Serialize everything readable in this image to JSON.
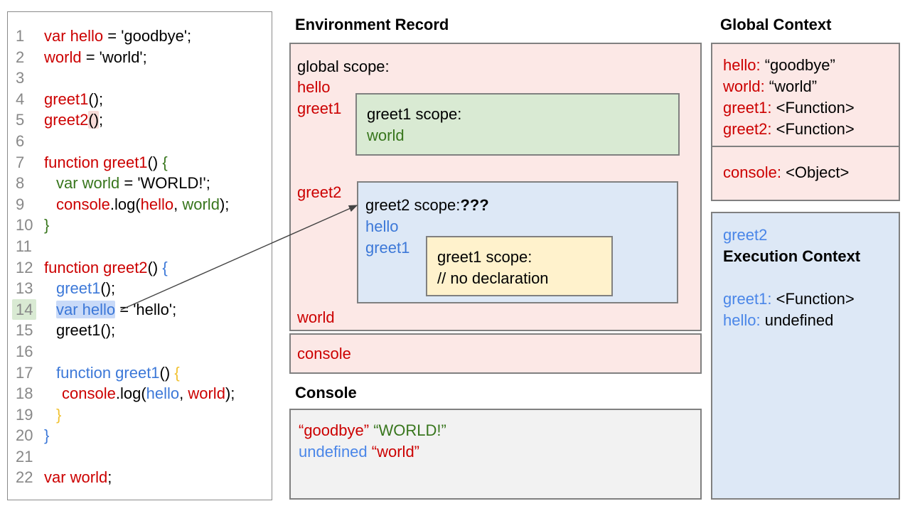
{
  "palette": {
    "red": "#cc0000",
    "green": "#38761d",
    "blue": "#3c78d8",
    "light_blue": "#4a86e8",
    "yellow": "#f1c232",
    "line_number_gray": "#888888",
    "pink_bg": "#fce8e6",
    "green_bg": "#d9ead3",
    "blue_bg": "#dde8f6",
    "yellow_bg": "#fff2cc",
    "console_bg": "#f2f2f2",
    "highlight_blue": "#c9daf8",
    "highlight_pink": "#f7dbd8",
    "highlight_green": "#d9ead3",
    "border_gray": "#808080",
    "arrow": "#444444"
  },
  "code_panel": {
    "lines": [
      {
        "n": "1",
        "i": 0,
        "t": [
          [
            "var hello",
            "r"
          ],
          [
            " = 'goodbye';",
            "k"
          ]
        ]
      },
      {
        "n": "2",
        "i": 0,
        "t": [
          [
            "world",
            "r"
          ],
          [
            " = 'world';",
            "k"
          ]
        ]
      },
      {
        "n": "3",
        "i": 0,
        "t": []
      },
      {
        "n": "4",
        "i": 0,
        "t": [
          [
            "greet1",
            "r"
          ],
          [
            "();",
            "k"
          ]
        ]
      },
      {
        "n": "5",
        "i": 0,
        "t": [
          [
            "greet2",
            "r"
          ],
          [
            "()",
            "k",
            "hlpink"
          ],
          [
            ";",
            "k"
          ]
        ]
      },
      {
        "n": "6",
        "i": 0,
        "t": []
      },
      {
        "n": "7",
        "i": 0,
        "t": [
          [
            "function greet1",
            "r"
          ],
          [
            "() ",
            "k"
          ],
          [
            "{",
            "g"
          ]
        ]
      },
      {
        "n": "8",
        "i": 1,
        "t": [
          [
            "var world",
            "g"
          ],
          [
            " = 'WORLD!';",
            "k"
          ]
        ]
      },
      {
        "n": "9",
        "i": 1,
        "t": [
          [
            "console",
            "r"
          ],
          [
            ".log(",
            "k"
          ],
          [
            "hello",
            "r"
          ],
          [
            ", ",
            "k"
          ],
          [
            "world",
            "g"
          ],
          [
            ");",
            "k"
          ]
        ]
      },
      {
        "n": "10",
        "i": 0,
        "t": [
          [
            "}",
            "g"
          ]
        ]
      },
      {
        "n": "11",
        "i": 0,
        "t": []
      },
      {
        "n": "12",
        "i": 0,
        "t": [
          [
            "function greet2",
            "r"
          ],
          [
            "() ",
            "k"
          ],
          [
            "{",
            "b"
          ]
        ]
      },
      {
        "n": "13",
        "i": 1,
        "t": [
          [
            "greet1",
            "b"
          ],
          [
            "();",
            "k"
          ]
        ]
      },
      {
        "n": "14",
        "i": 1,
        "nhl": true,
        "t": [
          [
            "var hello",
            "b",
            "hlblue"
          ],
          [
            " = 'hello';",
            "k"
          ]
        ]
      },
      {
        "n": "15",
        "i": 1,
        "t": [
          [
            "greet1();",
            "k"
          ]
        ]
      },
      {
        "n": "16",
        "i": 0,
        "t": []
      },
      {
        "n": "17",
        "i": 1,
        "t": [
          [
            "function greet1",
            "b"
          ],
          [
            "() ",
            "k"
          ],
          [
            "{",
            "y"
          ]
        ]
      },
      {
        "n": "18",
        "i": 2,
        "t": [
          [
            "console",
            "r"
          ],
          [
            ".log(",
            "k"
          ],
          [
            "hello",
            "b"
          ],
          [
            ", ",
            "k"
          ],
          [
            "world",
            "r"
          ],
          [
            ");",
            "k"
          ]
        ]
      },
      {
        "n": "19",
        "i": 1,
        "t": [
          [
            "}",
            "y"
          ]
        ]
      },
      {
        "n": "20",
        "i": 0,
        "t": [
          [
            "}",
            "b"
          ]
        ]
      },
      {
        "n": "21",
        "i": 0,
        "t": []
      },
      {
        "n": "22",
        "i": 0,
        "t": [
          [
            "var world",
            "r"
          ],
          [
            ";",
            "k"
          ]
        ]
      }
    ]
  },
  "environment_record": {
    "title": "Environment Record",
    "global_scope_label": "global scope:",
    "vars": {
      "hello": "hello",
      "greet1": "greet1",
      "greet2": "greet2",
      "world": "world"
    },
    "greet1_scope": {
      "title": "greet1 scope:",
      "var_world": "world"
    },
    "greet2_scope": {
      "title": "greet2 scope:",
      "unknown": "???",
      "var_hello": "hello",
      "var_greet1": "greet1",
      "inner_greet1_scope": {
        "title": "greet1 scope:",
        "comment": "// no declaration"
      }
    },
    "console_box": {
      "label": "console"
    }
  },
  "console": {
    "title": "Console",
    "lines": [
      [
        [
          "“goodbye”",
          "r"
        ],
        [
          " ",
          "k"
        ],
        [
          "“WORLD!”",
          "g"
        ]
      ],
      [
        [
          "undefined",
          "lb"
        ],
        [
          " ",
          "k"
        ],
        [
          "“world”",
          "r"
        ]
      ]
    ]
  },
  "global_context": {
    "title": "Global Context",
    "entries": [
      {
        "key": "hello:",
        "value": " “goodbye”"
      },
      {
        "key": "world:",
        "value": " “world”"
      },
      {
        "key": "greet1:",
        "value": " <Function>"
      },
      {
        "key": "greet2:",
        "value": " <Function>"
      }
    ],
    "object_entry": {
      "key": "console:",
      "value": " <Object>"
    }
  },
  "execution_context": {
    "header": "greet2",
    "subheader": "Execution Context",
    "entries": [
      {
        "key": "greet1:",
        "value": " <Function>"
      },
      {
        "key": "hello:",
        "value": " undefined"
      }
    ]
  }
}
